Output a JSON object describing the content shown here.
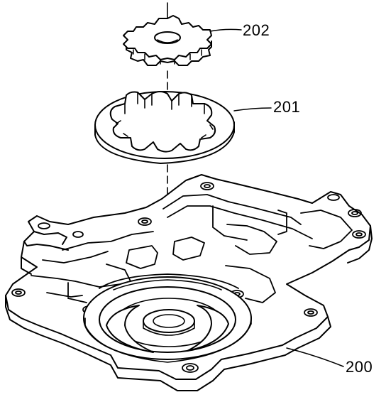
{
  "labels": {
    "gear_inner": "202",
    "gear_outer": "201",
    "pump_body": "200"
  },
  "colors": {
    "line": "#000000",
    "background": "#ffffff"
  }
}
